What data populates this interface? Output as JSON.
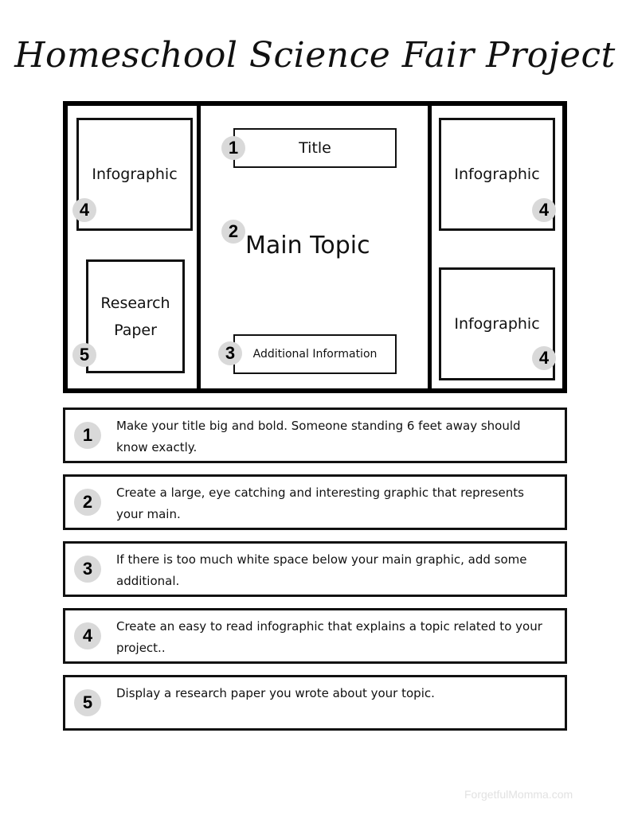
{
  "title": "Homeschool Science Fair Project",
  "board": {
    "left_panel": {
      "infographic": {
        "label": "Infographic",
        "badge": "4"
      },
      "research_paper": {
        "label_line1": "Research",
        "label_line2": "Paper",
        "badge": "5"
      }
    },
    "center_panel": {
      "title_box": {
        "label": "Title",
        "badge": "1"
      },
      "main_topic": {
        "label": "Main Topic",
        "badge": "2"
      },
      "additional_info": {
        "label": "Additional Information",
        "badge": "3"
      }
    },
    "right_panel": {
      "infographic_top": {
        "label": "Infographic",
        "badge": "4"
      },
      "infographic_bottom": {
        "label": "Infographic",
        "badge": "4"
      }
    }
  },
  "steps": [
    {
      "number": "1",
      "text": "Make your title big and bold. Someone standing 6 feet away should know exactly."
    },
    {
      "number": "2",
      "text": "Create a large, eye catching and interesting graphic that represents your main."
    },
    {
      "number": "3",
      "text": "If there is too much white space below your main graphic, add some additional."
    },
    {
      "number": "4",
      "text": "Create an easy to read infographic that explains a topic related to your project.."
    },
    {
      "number": "5",
      "text": "Display a research paper you wrote about your topic."
    }
  ],
  "watermark": "ForgetfulMomma.com",
  "colors": {
    "badge": "#d9d9d9",
    "border": "#000000",
    "watermark": "#e2e2e2"
  }
}
